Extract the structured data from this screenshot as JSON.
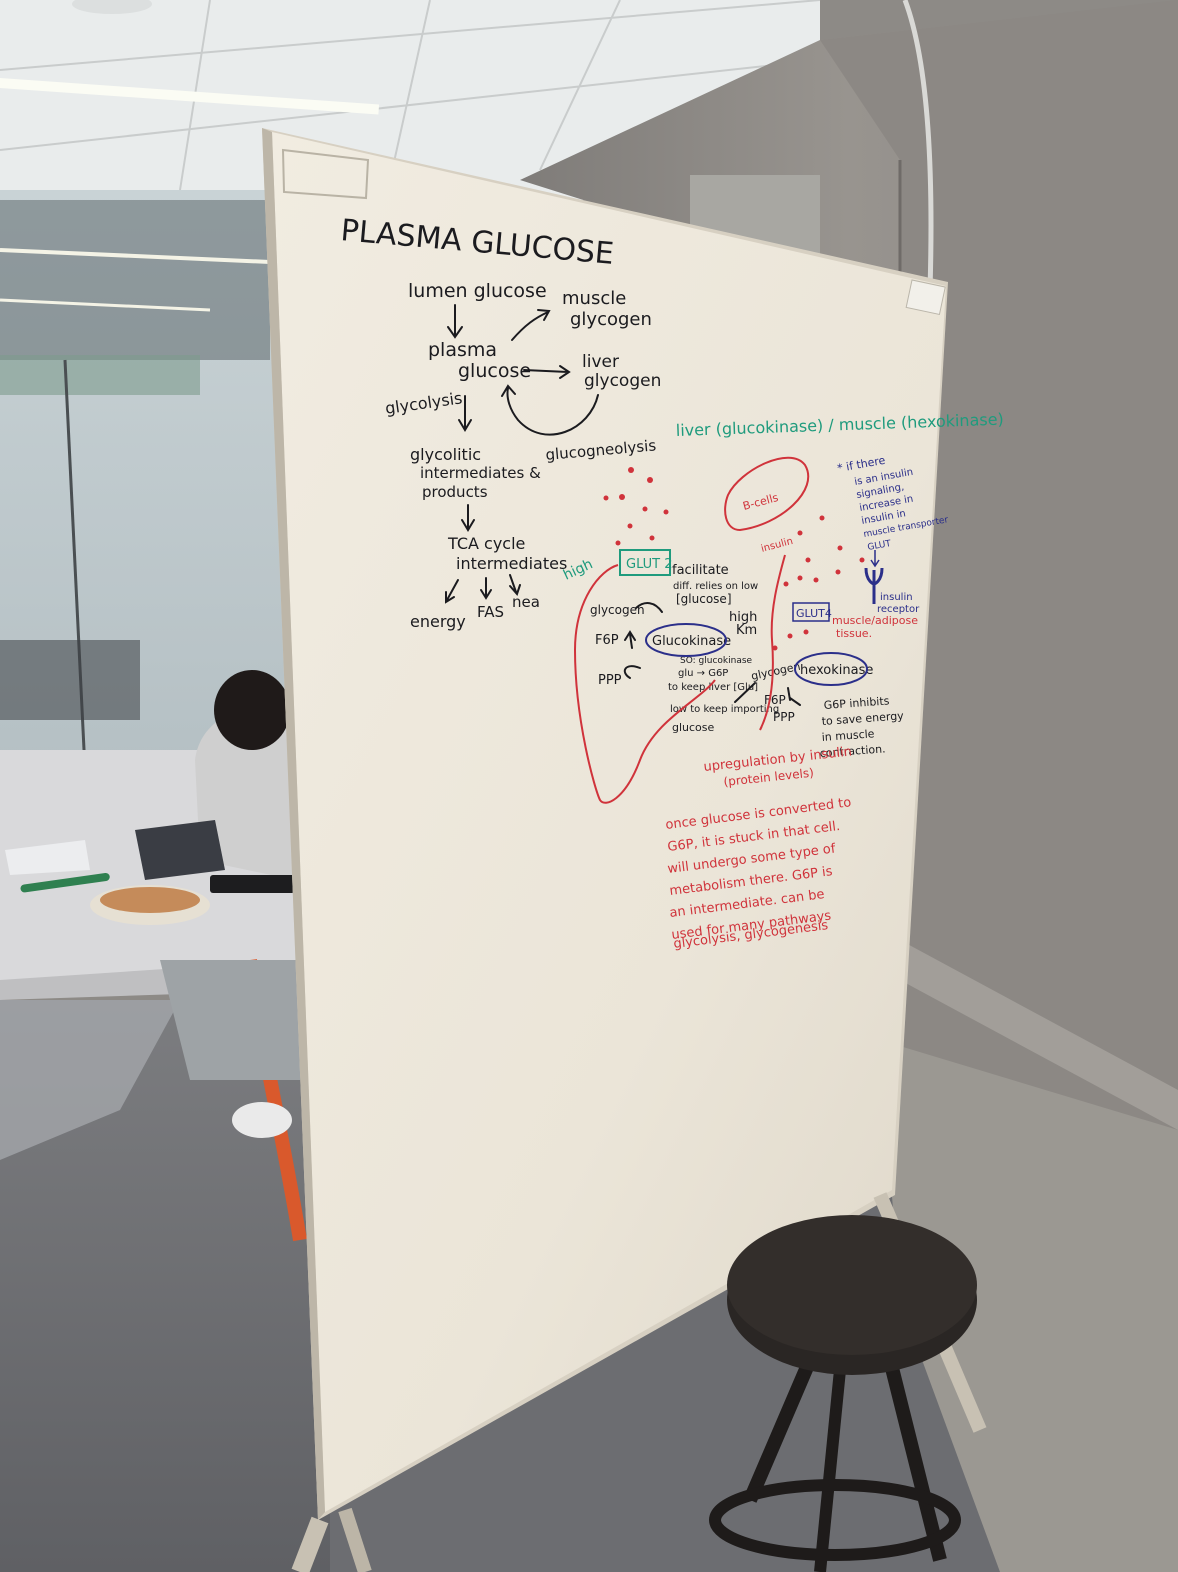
{
  "whiteboard": {
    "title": "PLASMA GLUCOSE",
    "black_notes": {
      "lumen_glucose": "lumen glucose",
      "muscle": "muscle",
      "glycogen_1": "glycogen",
      "plasma": "plasma",
      "glucose": "glucose",
      "glycolysis": "glycolysis",
      "liver": "liver",
      "glycogen_2": "glycogen",
      "glucogneolysis": "glucogneolysis",
      "glycolitic": "glycolitic",
      "intermediates_and": "intermediates &",
      "products": "products",
      "tca_cycle": "TCA cycle",
      "intermediates": "intermediates",
      "energy": "energy",
      "fas": "FAS",
      "nea": "nea",
      "facilitate": "facilitate",
      "diff_relies": "diff. relies on low",
      "glucose_bracket": "[glucose]",
      "glycogen_3": "glycogen",
      "f6p": "F6P",
      "ppp": "PPP",
      "glucokinase": "Glucokinase",
      "high_km": "high",
      "km": "Km",
      "so_glucokinase": "SO: glucokinase",
      "glu_g6p": "glu → G6P",
      "to_keep_liver": "to keep liver [Glu]",
      "low_to_keep": "low to keep importing",
      "glucose_2": "glucose",
      "glycogen_4": "glycogen",
      "f6p_2": "F6P",
      "ppp_2": "PPP",
      "hexokinase": "hexokinase",
      "g6p_inhibits": "G6P inhibits",
      "to_save_energy": "to save energy",
      "in_muscle": "in muscle",
      "contraction": "contraction."
    },
    "green_notes": {
      "header": "liver (glucokinase) / muscle (hexokinase)",
      "high": "high",
      "glut2": "GLUT 2"
    },
    "red_notes": {
      "b_cells": "B-cells",
      "insulin": "insulin",
      "glut4": "GLUT4",
      "muscle_adipose": "muscle/adipose",
      "tissue": "tissue.",
      "upregulation": "upregulation by insulin",
      "protein_levels": "(protein levels)",
      "para_1": "once glucose is converted to",
      "para_2": "G6P, it is stuck in that cell.",
      "para_3": "will undergo some type of",
      "para_4": "metabolism there. G6P is",
      "para_5": "an intermediate. can be",
      "para_6": "used for many pathways",
      "para_7": "glycolysis, glycogenesis"
    },
    "blue_notes": {
      "line_1": "* if there",
      "line_2": "is an insulin",
      "line_3": "signaling,",
      "line_4": "increase in",
      "line_5": "insulin in",
      "line_6": "muscle transporter",
      "line_7": "GLUT",
      "insulin_receptor_1": "insulin",
      "insulin_receptor_2": "receptor"
    }
  },
  "colors": {
    "board": "#ebe6da",
    "marker_black": "#1b1b1f",
    "marker_green": "#1f9b7d",
    "marker_red": "#d0333b",
    "marker_blue": "#2b2f8a",
    "wall": "#8f8b87",
    "carpet": "#6e6f73",
    "stool": "#2a2624"
  }
}
